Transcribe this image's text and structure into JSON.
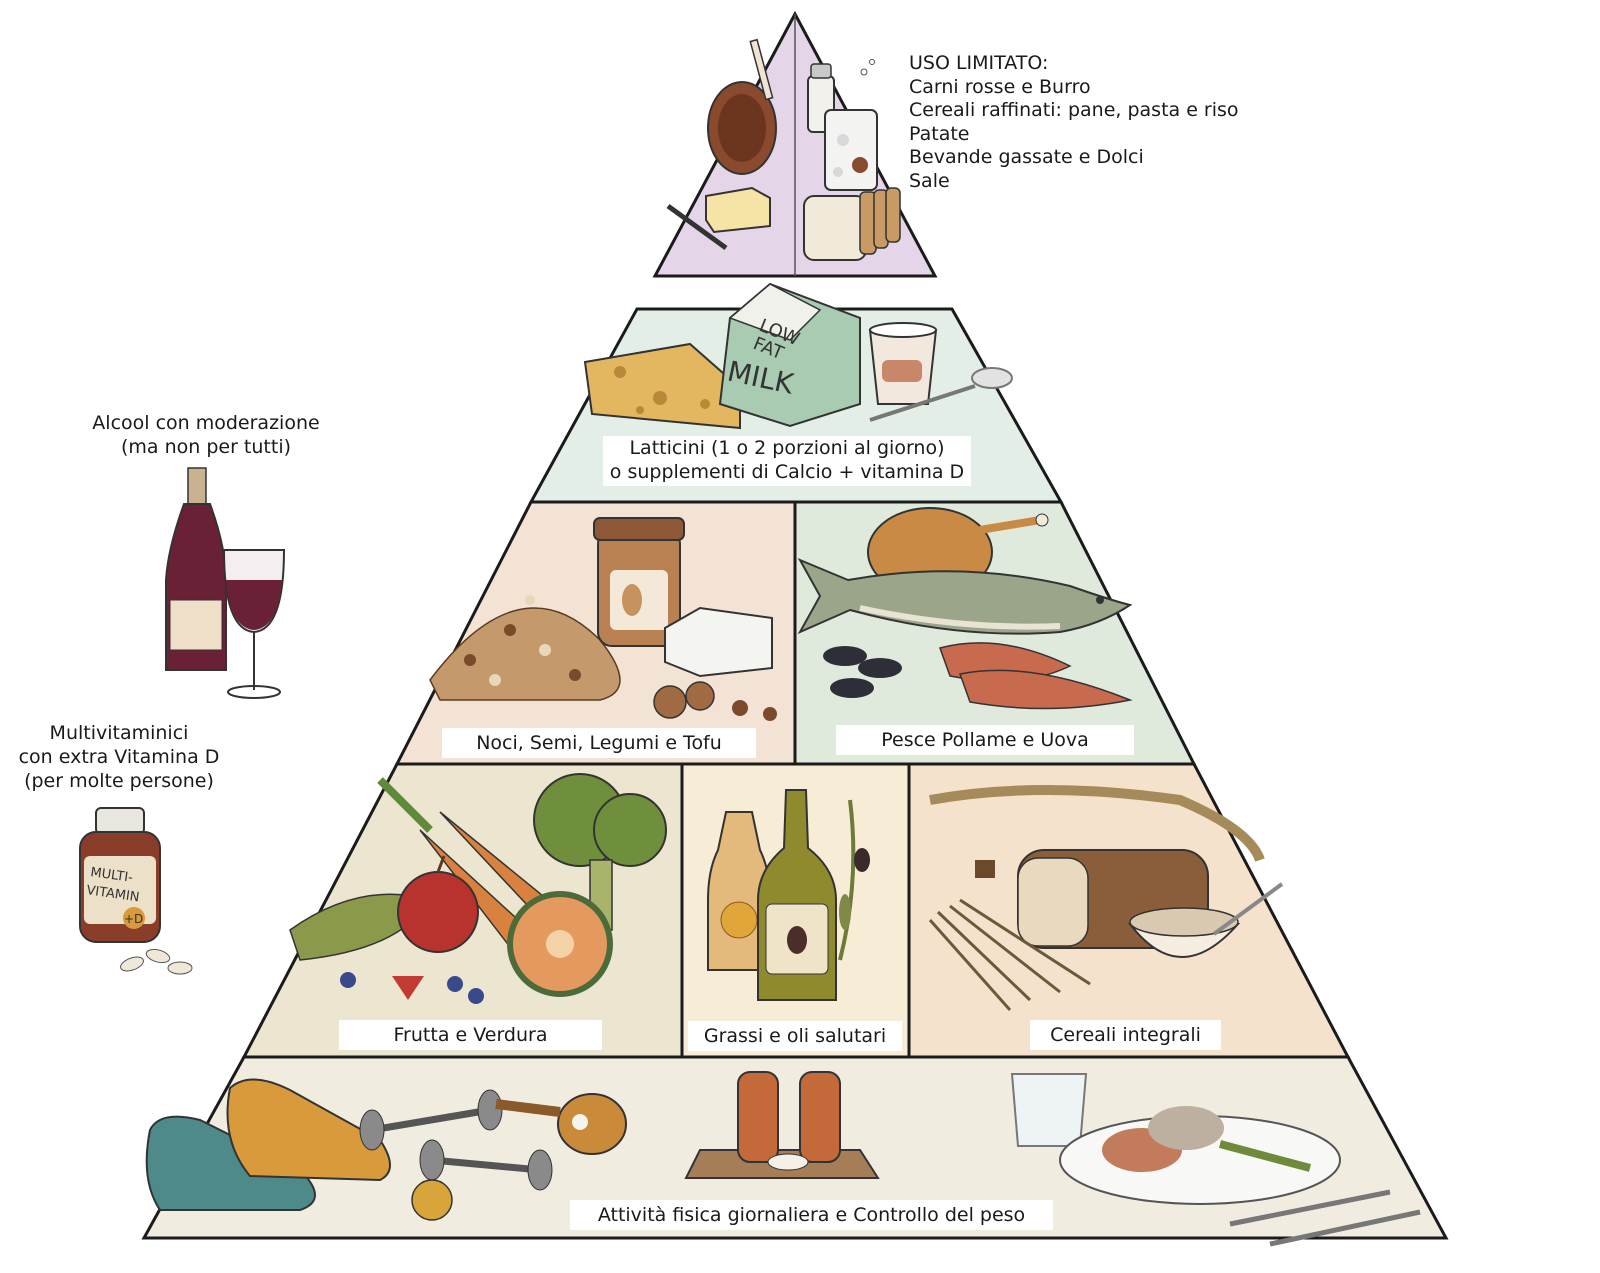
{
  "top": {
    "heading": "USO LIMITATO:",
    "items": [
      "Carni rosse e Burro",
      "Cereali raffinati: pane, pasta e riso",
      "Patate",
      "Bevande gassate e Dolci",
      "Sale"
    ]
  },
  "dairy": {
    "label_line1": "Latticini (1 o 2 porzioni al giorno)",
    "label_line2": "o supplementi di Calcio + vitamina D",
    "carton_line1": "LOW",
    "carton_line2": "FAT",
    "carton_line3": "MILK"
  },
  "protein": {
    "left_label": "Noci, Semi, Legumi e Tofu",
    "right_label": "Pesce Pollame e Uova"
  },
  "base_foods": {
    "left_label": "Frutta e Verdura",
    "mid_label": "Grassi e oli salutari",
    "right_label": "Cereali integrali"
  },
  "foundation": {
    "label": "Attività fisica giornaliera e Controllo del peso"
  },
  "side": {
    "alcohol_line1": "Alcool con moderazione",
    "alcohol_line2": "(ma non per tutti)",
    "vitamin_line1": "Multivitaminici",
    "vitamin_line2": "con extra Vitamina D",
    "vitamin_line3": "(per molte persone)",
    "bottle_line1": "MULTI-",
    "bottle_line2": "VITAMIN",
    "bottle_line3": "+D"
  },
  "colors": {
    "top_tier": "#e4d6e8",
    "dairy_tier": "#e3efe6",
    "nuts_section": "#f3e3d4",
    "fish_section": "#dfe9dc",
    "fruit_section": "#ece5d0",
    "oil_section": "#f7ecd6",
    "grain_section": "#f5e2cc",
    "activity_tier": "#f1ece0",
    "outline": "#1b1b1b"
  }
}
